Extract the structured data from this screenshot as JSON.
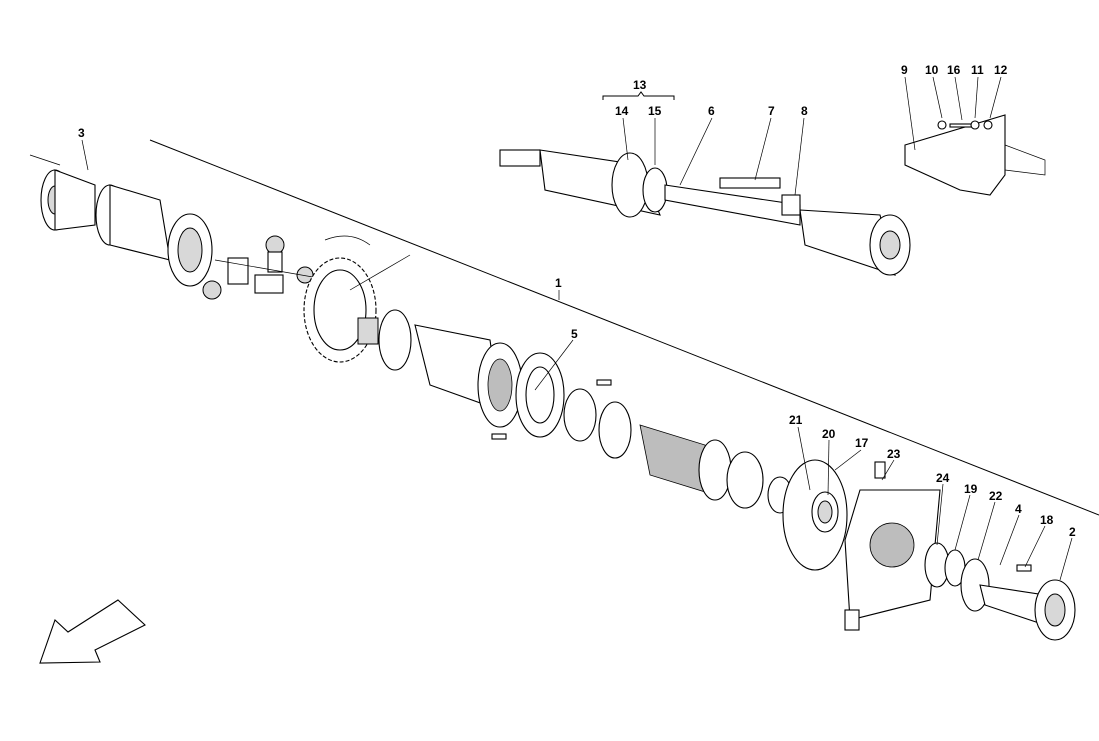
{
  "diagram": {
    "callouts": [
      {
        "id": "1",
        "label": "1"
      },
      {
        "id": "2",
        "label": "2"
      },
      {
        "id": "3",
        "label": "3"
      },
      {
        "id": "4",
        "label": "4"
      },
      {
        "id": "5",
        "label": "5"
      },
      {
        "id": "6",
        "label": "6"
      },
      {
        "id": "7",
        "label": "7"
      },
      {
        "id": "8",
        "label": "8"
      },
      {
        "id": "9",
        "label": "9"
      },
      {
        "id": "10",
        "label": "10"
      },
      {
        "id": "11",
        "label": "11"
      },
      {
        "id": "12",
        "label": "12"
      },
      {
        "id": "13",
        "label": "13"
      },
      {
        "id": "14",
        "label": "14"
      },
      {
        "id": "15",
        "label": "15"
      },
      {
        "id": "16",
        "label": "16"
      },
      {
        "id": "17",
        "label": "17"
      },
      {
        "id": "18",
        "label": "18"
      },
      {
        "id": "19",
        "label": "19"
      },
      {
        "id": "20",
        "label": "20"
      },
      {
        "id": "21",
        "label": "21"
      },
      {
        "id": "22",
        "label": "22"
      },
      {
        "id": "23",
        "label": "23"
      },
      {
        "id": "24",
        "label": "24"
      }
    ],
    "direction_arrow_icon": "arrow-down-left-icon"
  }
}
